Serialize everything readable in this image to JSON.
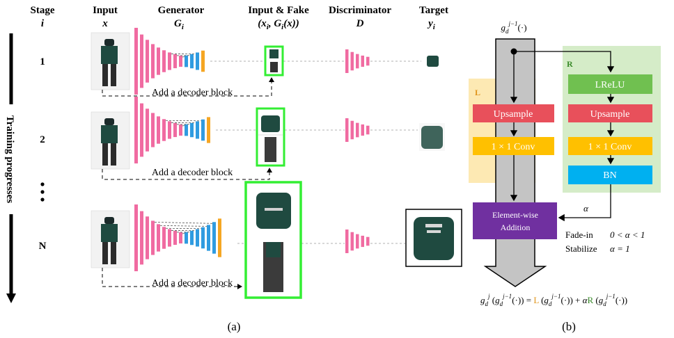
{
  "headers": {
    "stage": "Stage",
    "stage_sym": "i",
    "input": "Input",
    "input_sym": "x",
    "generator": "Generator",
    "generator_sym": "G",
    "generator_sub": "i",
    "input_fake": "Input & Fake",
    "discriminator": "Discriminator",
    "discriminator_sym": "D",
    "target": "Target",
    "target_sym": "y",
    "target_sub": "i"
  },
  "stages": [
    "1",
    "2",
    "N"
  ],
  "ellipsis": "⋮",
  "side_label": "Training progresses",
  "decoder_label": "Add a decoder block",
  "caption_a": "(a)",
  "caption_b": "(b)",
  "right": {
    "input_func": "g_d^{j−1}(·)",
    "L_label": "L",
    "R_label": "R",
    "L_upsample": "Upsample",
    "L_conv": "1 × 1 Conv",
    "R_lrelu": "LReLU",
    "R_upsample": "Upsample",
    "R_conv": "1 × 1 Conv",
    "R_bn": "BN",
    "add_line1": "Element-wise",
    "add_line2": "Addition",
    "alpha": "α",
    "fade_in": "Fade-in",
    "fade_in_cond": "0 < α < 1",
    "stabilize": "Stabilize",
    "stabilize_cond": "α = 1",
    "equation": "g_d^j(g_d^{j−1}(·)) = L(g_d^{j−1}(·)) + αR(g_d^{j−1}(·))"
  },
  "colors": {
    "pink": "#f06ba1",
    "blue": "#2f9be0",
    "orange": "#f5a623",
    "green_frame": "#33ee33",
    "red_box": "#e8505b",
    "yellow_box": "#ffc000",
    "green_box": "#70c050",
    "cyan_box": "#00b0f0",
    "purple_box": "#7030a0",
    "L_bg": "#fde9b3",
    "R_bg": "#d5ecc8",
    "arrow_gray": "#c0c0c0"
  }
}
